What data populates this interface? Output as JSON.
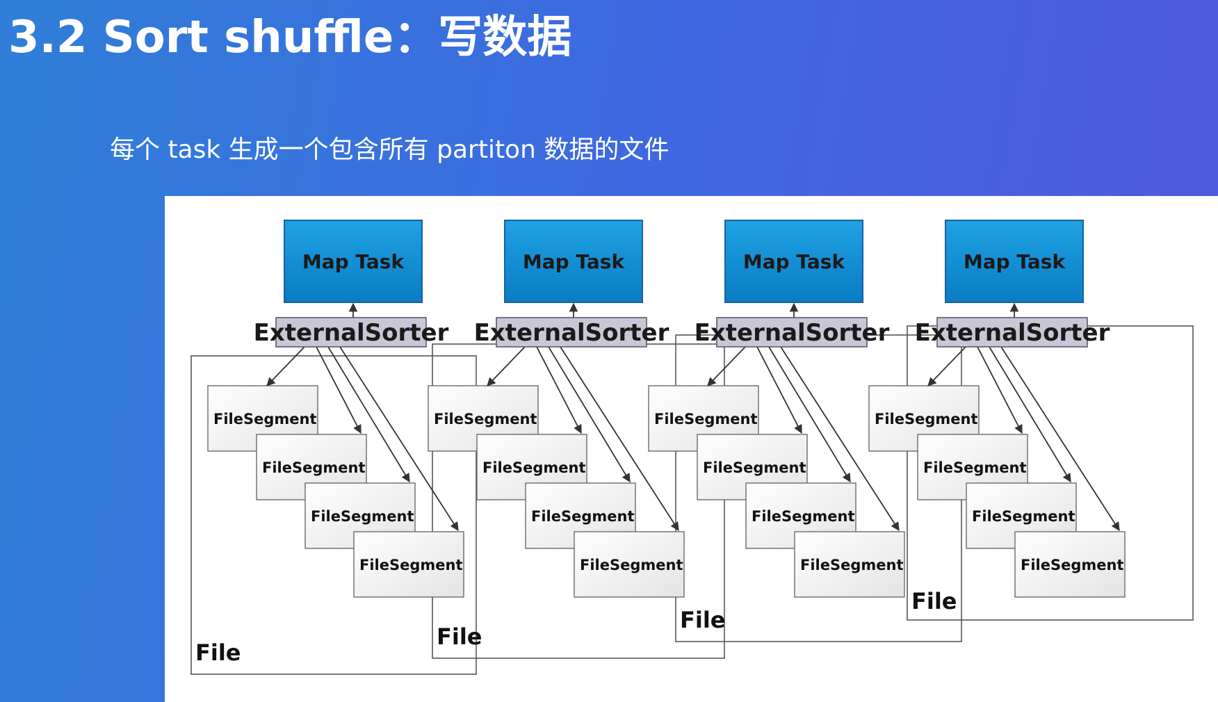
{
  "slide": {
    "title": "3.2 Sort shuffle：写数据",
    "subtitle": "每个 task 生成一个包含所有 partiton 数据的文件"
  },
  "diagram": {
    "groups": [
      {
        "map_task": "Map Task",
        "sorter": "ExternalSorter",
        "segments": [
          "FileSegment",
          "FileSegment",
          "FileSegment",
          "FileSegment"
        ],
        "file": "File"
      },
      {
        "map_task": "Map Task",
        "sorter": "ExternalSorter",
        "segments": [
          "FileSegment",
          "FileSegment",
          "FileSegment",
          "FileSegment"
        ],
        "file": "File"
      },
      {
        "map_task": "Map Task",
        "sorter": "ExternalSorter",
        "segments": [
          "FileSegment",
          "FileSegment",
          "FileSegment",
          "FileSegment"
        ],
        "file": "File"
      },
      {
        "map_task": "Map Task",
        "sorter": "ExternalSorter",
        "segments": [
          "FileSegment",
          "FileSegment",
          "FileSegment",
          "FileSegment"
        ],
        "file": "File"
      }
    ],
    "colors": {
      "map_task_fill": "#0d8fd6",
      "map_task_border": "#1b5f9e",
      "sorter_fill": "#c9c6d6",
      "sorter_border": "#5c5870"
    }
  }
}
